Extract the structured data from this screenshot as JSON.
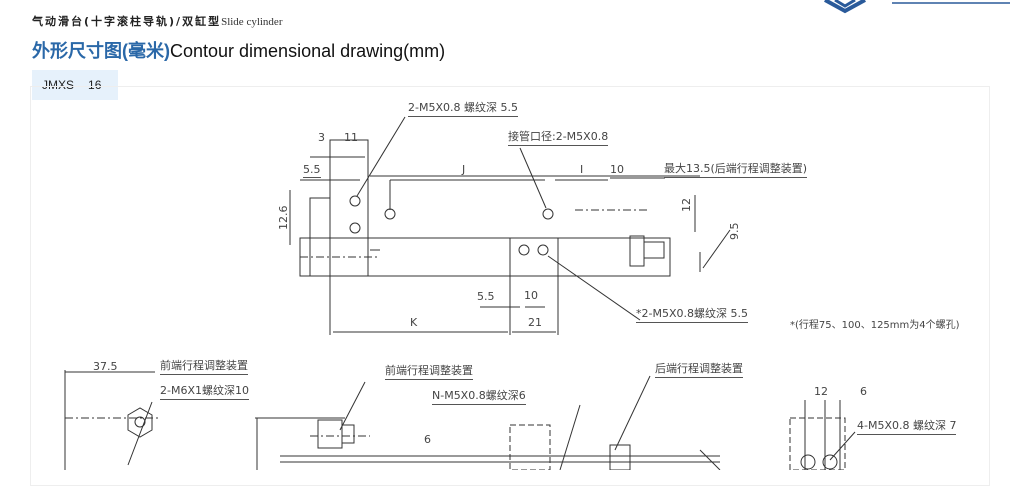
{
  "header": {
    "breadcrumb_cn": "气动滑台(十字滚柱导轨)/双缸型",
    "breadcrumb_en": "Slide    cylinder",
    "title_cn": "外形尺寸图(毫米)",
    "title_en": "Contour dimensional drawing(mm)",
    "logo_icon": "brand-logo-icon"
  },
  "model": {
    "series": "JMXS",
    "size": "16"
  },
  "drawing": {
    "top_view": {
      "callout_tap_front": "2-M5X0.8 螺纹深 5.5",
      "dim_3": "3",
      "dim_11": "11",
      "callout_port": "接管口径:2-M5X0.8",
      "dim_5_5_top": "5.5",
      "dim_J": "J",
      "dim_I": "I",
      "dim_10_top": "10",
      "callout_max": "最大13.5(后端行程调整装置)",
      "dim_12_6": "12.6",
      "dim_12": "12",
      "dim_9_5": "9.5",
      "dim_5_5_bottom": "5.5",
      "dim_10_bottom": "10",
      "callout_tap_table": "*2-M5X0.8螺纹深 5.5",
      "note_stroke": "*(行程75、100、125mm为4个螺孔)",
      "dim_K": "K",
      "dim_21": "21"
    },
    "bottom_views": {
      "dim_37_5": "37.5",
      "callout_front_adjust_left": "前端行程调整装置",
      "callout_m6": "2-M6X1螺纹深10",
      "callout_front_adjust_mid": "前端行程调整装置",
      "callout_n_m5": "N-M5X0.8螺纹深6",
      "callout_rear_adjust": "后端行程调整装置",
      "dim_6_mid": "6",
      "dim_12_right": "12",
      "dim_6_right": "6",
      "callout_4_m5": "4-M5X0.8 螺纹深 7"
    }
  }
}
